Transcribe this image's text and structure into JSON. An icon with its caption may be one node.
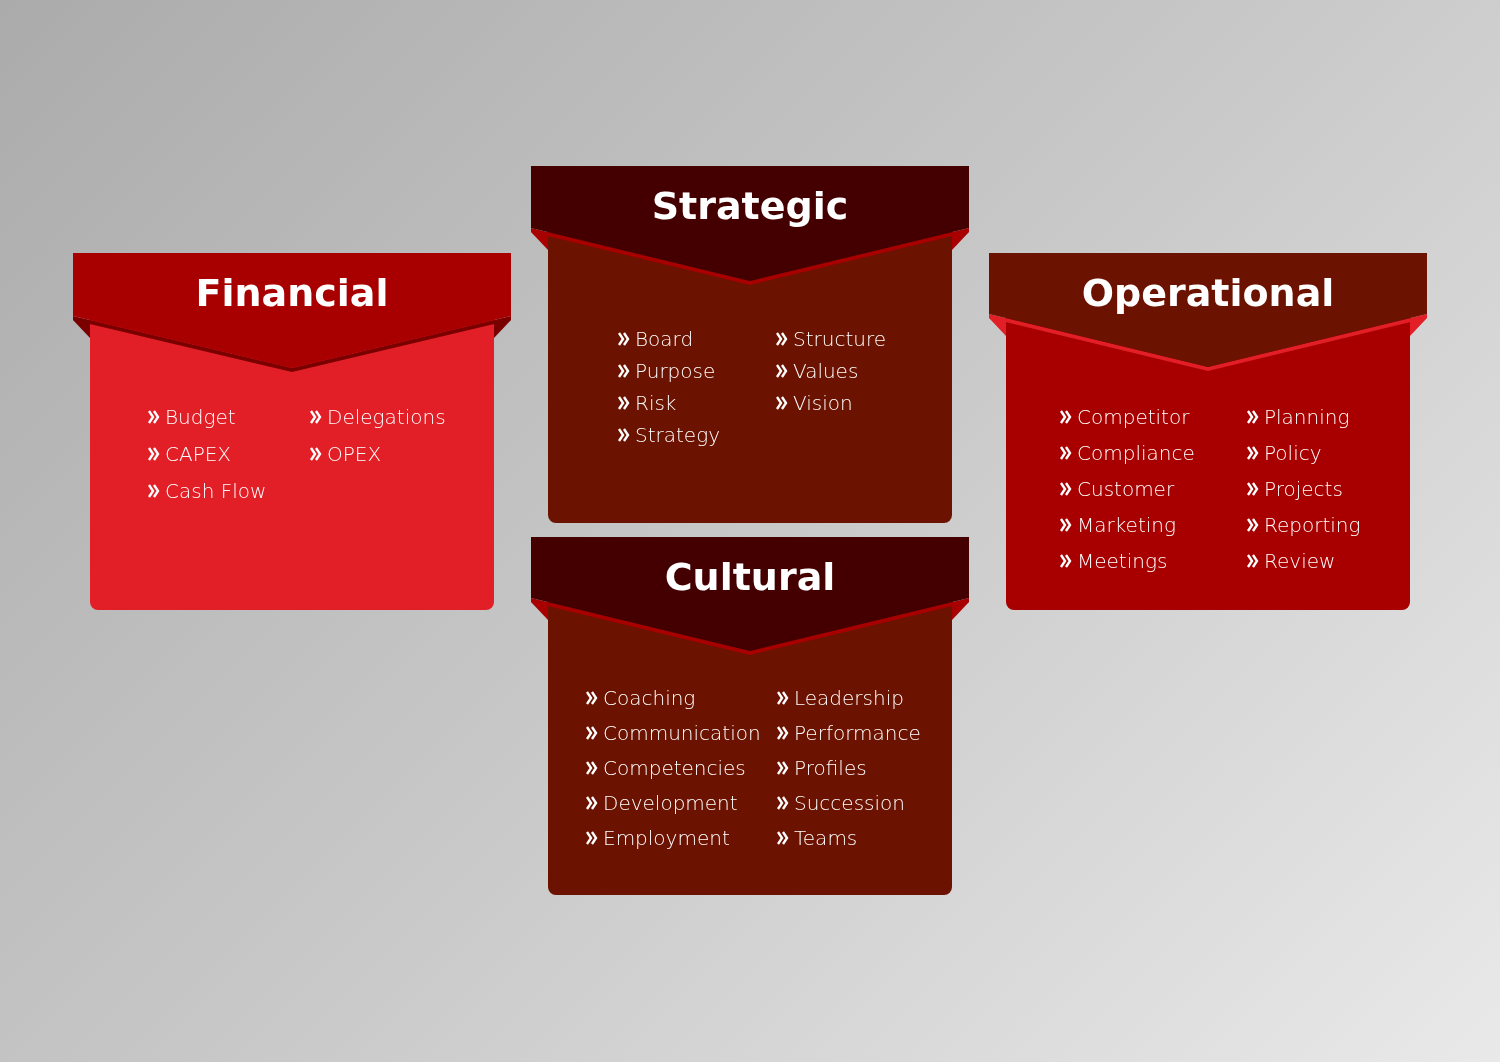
{
  "diagram": {
    "nodes": [
      {
        "text": [
          "Financial",
          "Budget",
          "CAPEX",
          "Cash Flow",
          "Delegations",
          "OPEX"
        ]
      },
      {
        "text": [
          "Strategic",
          "Board",
          "Purpose",
          "Risk",
          "Strategy",
          "Structure",
          "Values",
          "Vision"
        ]
      },
      {
        "text": [
          "Operational",
          "Competitor",
          "Compliance",
          "Customer",
          "Marketing",
          "Meetings",
          "Planning",
          "Policy",
          "Projects",
          "Reporting",
          "Review"
        ]
      },
      {
        "text": [
          "Cultural",
          "Coaching",
          "Communication",
          "Competencies",
          "Development",
          "Employment",
          "Leadership",
          "Performance",
          "Profiles",
          "Succession",
          "Teams"
        ]
      }
    ],
    "edges": []
  }
}
